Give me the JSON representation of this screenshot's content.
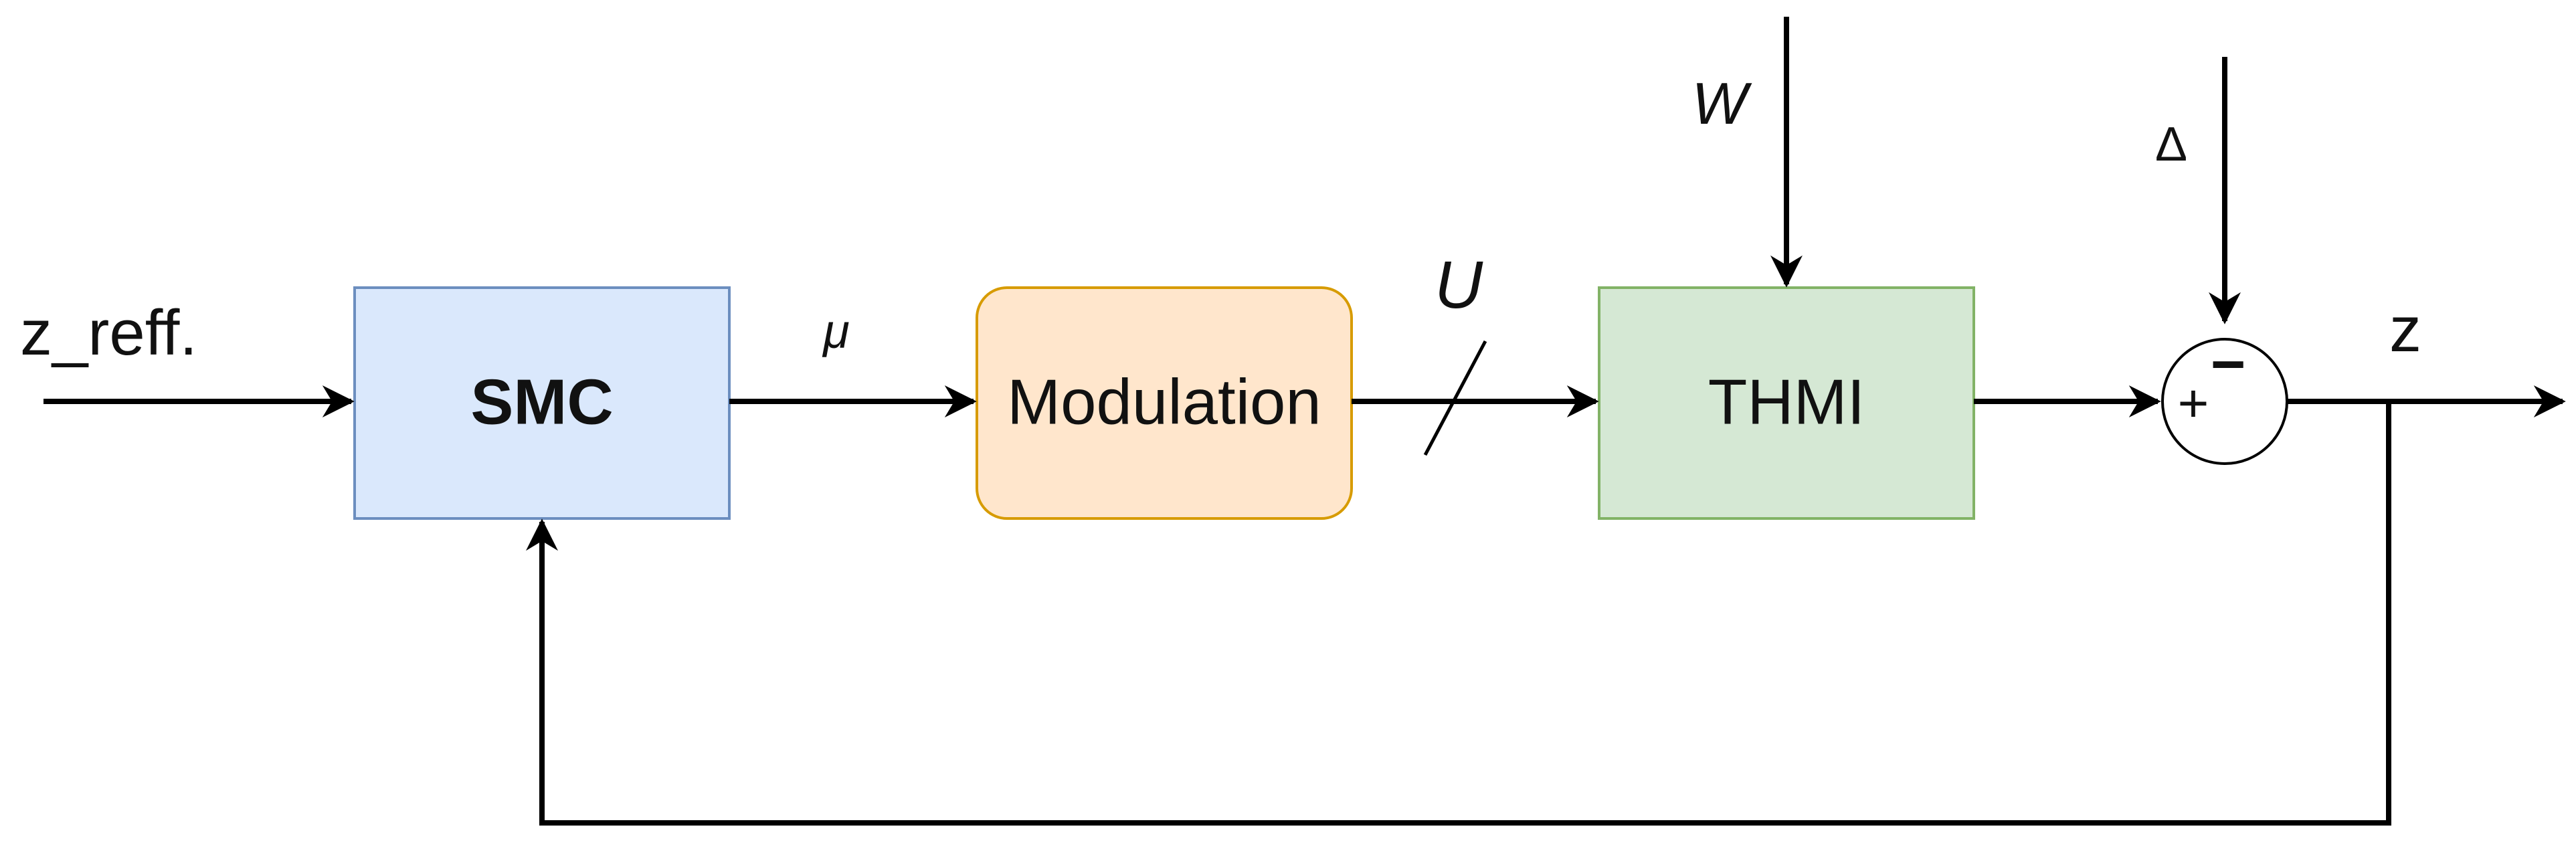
{
  "diagram": {
    "blocks": {
      "smc": {
        "label": "SMC",
        "fill": "#dae8fc",
        "stroke": "#6c8ebf"
      },
      "modulation": {
        "label": "Modulation",
        "fill": "#ffe6cc",
        "stroke": "#d79b00"
      },
      "thmi": {
        "label": "THMI",
        "fill": "#d5e8d4",
        "stroke": "#82b366"
      }
    },
    "signals": {
      "input": "z_reff.",
      "mu": "μ",
      "u": "U",
      "w": "W",
      "delta": "Δ",
      "output": "z"
    },
    "summing_junction": {
      "plus": "+",
      "minus": "−"
    },
    "line_color": "#000000"
  }
}
